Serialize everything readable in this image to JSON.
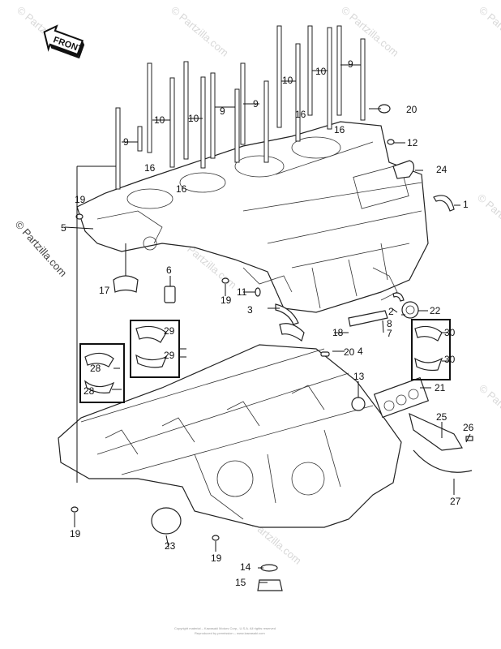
{
  "diagram": {
    "title": "Crankcase parts diagram",
    "front_badge": "FRONT",
    "watermark": "© Partzilla.com",
    "copyright_line1": "Copyright material – Kawasaki Motors Corp., U.S.A. All rights reserved",
    "copyright_line2": "Reproduced by permission – www.kawasaki.com",
    "callouts": [
      {
        "id": "c1",
        "label": "1"
      },
      {
        "id": "c2",
        "label": "2"
      },
      {
        "id": "c3",
        "label": "3"
      },
      {
        "id": "c4",
        "label": "4"
      },
      {
        "id": "c5",
        "label": "5"
      },
      {
        "id": "c6",
        "label": "6"
      },
      {
        "id": "c7",
        "label": "7"
      },
      {
        "id": "c8",
        "label": "8"
      },
      {
        "id": "c9a",
        "label": "9"
      },
      {
        "id": "c9b",
        "label": "9"
      },
      {
        "id": "c9c",
        "label": "9"
      },
      {
        "id": "c9d",
        "label": "9"
      },
      {
        "id": "c10a",
        "label": "10"
      },
      {
        "id": "c10b",
        "label": "10"
      },
      {
        "id": "c10c",
        "label": "10"
      },
      {
        "id": "c10d",
        "label": "10"
      },
      {
        "id": "c11",
        "label": "11"
      },
      {
        "id": "c12",
        "label": "12"
      },
      {
        "id": "c13",
        "label": "13"
      },
      {
        "id": "c14",
        "label": "14"
      },
      {
        "id": "c15",
        "label": "15"
      },
      {
        "id": "c16a",
        "label": "16"
      },
      {
        "id": "c16b",
        "label": "16"
      },
      {
        "id": "c16c",
        "label": "16"
      },
      {
        "id": "c16d",
        "label": "16"
      },
      {
        "id": "c17",
        "label": "17"
      },
      {
        "id": "c18",
        "label": "18"
      },
      {
        "id": "c19a",
        "label": "19"
      },
      {
        "id": "c19b",
        "label": "19"
      },
      {
        "id": "c19c",
        "label": "19"
      },
      {
        "id": "c19d",
        "label": "19"
      },
      {
        "id": "c20a",
        "label": "20"
      },
      {
        "id": "c20b",
        "label": "20"
      },
      {
        "id": "c21",
        "label": "21"
      },
      {
        "id": "c22",
        "label": "22"
      },
      {
        "id": "c23",
        "label": "23"
      },
      {
        "id": "c24",
        "label": "24"
      },
      {
        "id": "c25",
        "label": "25"
      },
      {
        "id": "c26",
        "label": "26"
      },
      {
        "id": "c27",
        "label": "27"
      },
      {
        "id": "c28a",
        "label": "28"
      },
      {
        "id": "c28b",
        "label": "28"
      },
      {
        "id": "c29a",
        "label": "29"
      },
      {
        "id": "c29b",
        "label": "29"
      },
      {
        "id": "c30a",
        "label": "30"
      },
      {
        "id": "c30b",
        "label": "30"
      }
    ]
  }
}
